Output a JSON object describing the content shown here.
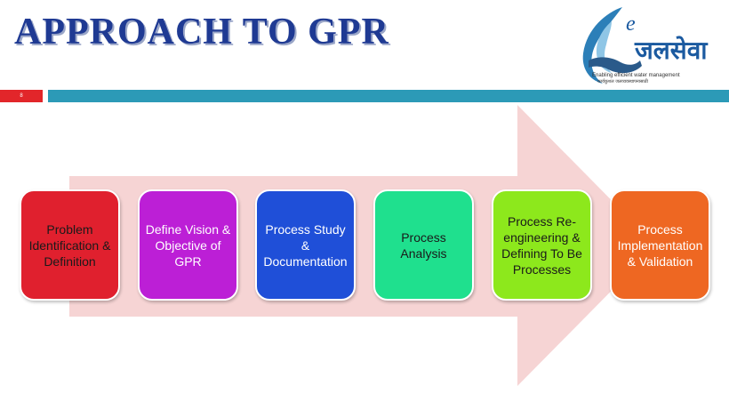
{
  "header": {
    "title": "APPROACH TO GPR",
    "slide_number": "8"
  },
  "logo": {
    "prefix": "e",
    "name": "जलसेवा",
    "tagline": "Enabling efficient water management",
    "tagline_hindi": "कार्यकुशल जलव्यवस्थापनासाठी"
  },
  "process": {
    "steps": [
      {
        "label": "Problem Identification & Definition",
        "color": "#e0202e",
        "text_color": "#1a1a1a"
      },
      {
        "label": "Define Vision & Objective of GPR",
        "color": "#bc1fd6",
        "text_color": "#ffffff"
      },
      {
        "label": "Process Study & Documentation",
        "color": "#1f4fd8",
        "text_color": "#ffffff"
      },
      {
        "label": "Process Analysis",
        "color": "#1fe08e",
        "text_color": "#1a1a1a"
      },
      {
        "label": "Process Re-engineering & Defining To Be Processes",
        "color": "#8de81c",
        "text_color": "#1a1a1a"
      },
      {
        "label": "Process Implementation & Validation",
        "color": "#ee6722",
        "text_color": "#ffffff"
      }
    ]
  },
  "colors": {
    "title": "#1f3a93",
    "accent_bar": "#2c9ab7",
    "slide_number_bg": "#e2262a",
    "arrow_fill": "#f6d4d4"
  }
}
